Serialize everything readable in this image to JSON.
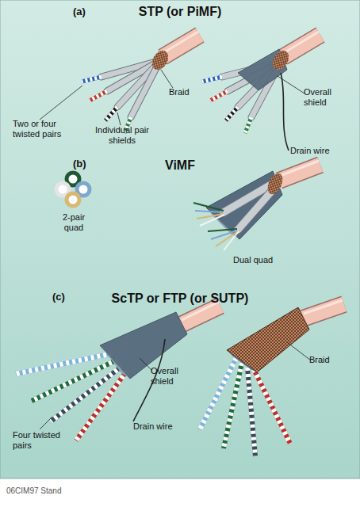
{
  "diagram": {
    "caption": "06CIM97 Stand",
    "labels": [
      "(a)",
      "STP (or PiMF)",
      "Braid",
      "Two or four twisted pairs",
      "Individual pair shields",
      "Overall shield",
      "Drain wire",
      "(b)",
      "ViMF",
      "2-pair quad",
      "Dual quad",
      "(c)",
      "ScTP or FTP (or SUTP)",
      "Overall shield",
      "Drain wire",
      "Four twisted pairs",
      "Braid"
    ]
  }
}
